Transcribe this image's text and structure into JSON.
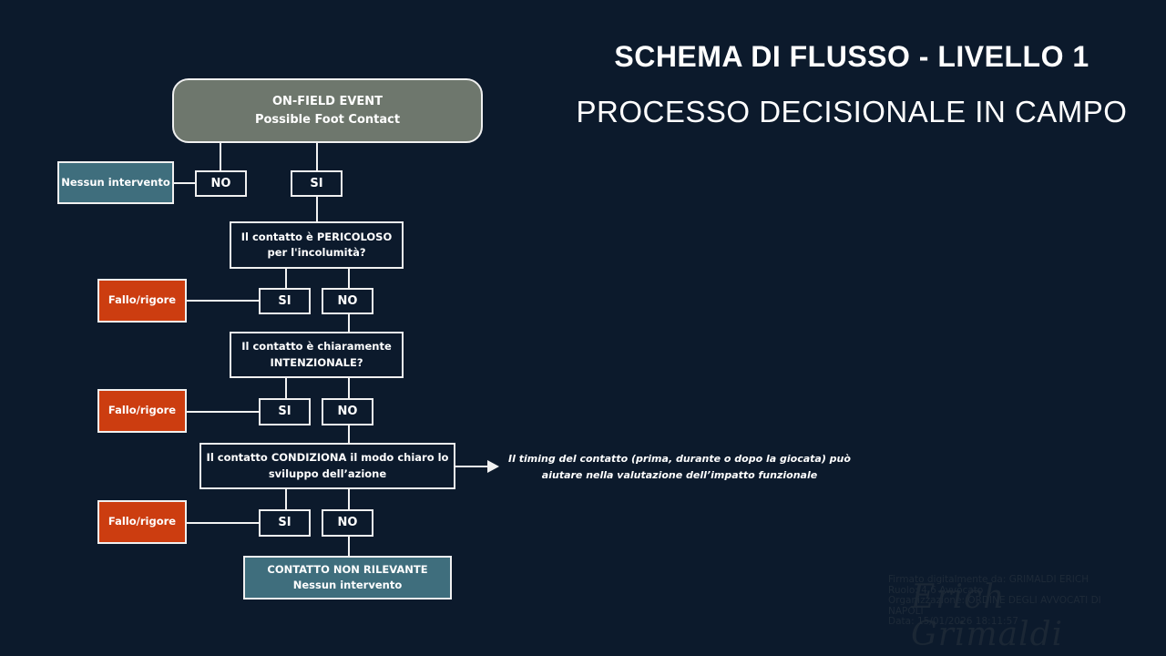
{
  "header": {
    "title": "SCHEMA DI FLUSSO - LIVELLO 1",
    "subtitle": "PROCESSO DECISIONALE IN CAMPO"
  },
  "flowchart": {
    "start": {
      "line1": "ON-FIELD EVENT",
      "line2": "Possible Foot Contact"
    },
    "step0": {
      "no_label": "NO",
      "yes_label": "SI",
      "no_outcome": "Nessun intervento"
    },
    "question1": {
      "line1": "Il contatto è PERICOLOSO",
      "line2": "per l'incolumità?",
      "yes_label": "SI",
      "no_label": "NO",
      "yes_outcome": "Fallo/rigore"
    },
    "question2": {
      "line1": "Il contatto è chiaramente",
      "line2": "INTENZIONALE?",
      "yes_label": "SI",
      "no_label": "NO",
      "yes_outcome": "Fallo/rigore"
    },
    "question3": {
      "line1": "Il contatto CONDIZIONA il modo chiaro lo",
      "line2": "sviluppo dell’azione",
      "yes_label": "SI",
      "no_label": "NO",
      "yes_outcome": "Fallo/rigore"
    },
    "end": {
      "line1": "CONTATTO NON RILEVANTE",
      "line2": "Nessun intervento"
    },
    "note": {
      "line1": "Il timing del contatto (prima, durante o dopo la giocata) può",
      "line2": "aiutare nella valutazione dell’impatto funzionale"
    }
  },
  "signature": {
    "lines": [
      "Firmato digitalmente da: GRIMALDI ERICH",
      "Ruolo: 4.6 Avvocato",
      "Organizzazione: ORDINE DEGLI AVVOCATI DI",
      "NAPOLI",
      "Data: 15/01/2026 18:11:57"
    ],
    "handwritten": "Erich Grimaldi"
  },
  "colors": {
    "background": "#0c1a2c",
    "start_box": "#6e776d",
    "teal_box": "#3f6e7d",
    "red_box": "#cc3d10"
  }
}
